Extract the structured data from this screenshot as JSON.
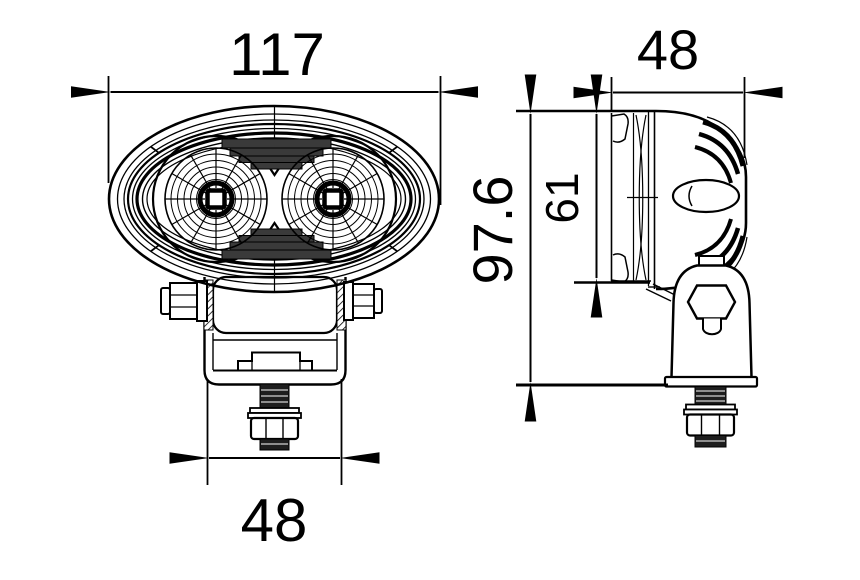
{
  "dimensions": {
    "lamp_width": "117",
    "bracket_width": "48",
    "lamp_depth": "48",
    "total_height": "97.6",
    "lens_height": "61"
  },
  "colors": {
    "line": "#000000",
    "background": "#ffffff",
    "lens_shade": "#3a3a3a",
    "thread_fill": "#1e1e1e"
  }
}
